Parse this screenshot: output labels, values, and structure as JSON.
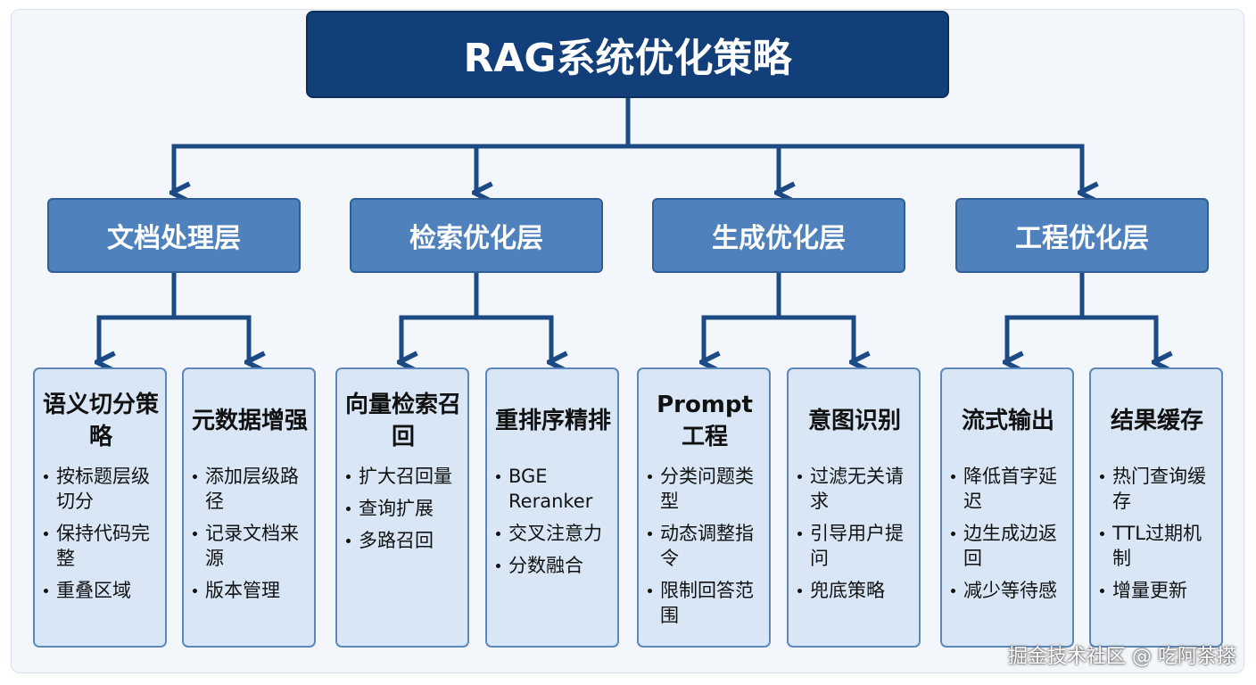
{
  "title": "RAG系统优化策略",
  "layers": [
    {
      "name": "文档处理层",
      "cards": [
        {
          "title": "语义切分策略",
          "items": [
            "按标题层级切分",
            "保持代码完整",
            "重叠区域"
          ]
        },
        {
          "title": "元数据增强",
          "items": [
            "添加层级路径",
            "记录文档来源",
            "版本管理"
          ]
        }
      ]
    },
    {
      "name": "检索优化层",
      "cards": [
        {
          "title": "向量检索召回",
          "items": [
            "扩大召回量",
            "查询扩展",
            "多路召回"
          ]
        },
        {
          "title": "重排序精排",
          "items": [
            "BGE Reranker",
            "交叉注意力",
            "分数融合"
          ]
        }
      ]
    },
    {
      "name": "生成优化层",
      "cards": [
        {
          "title": "Prompt工程",
          "items": [
            "分类问题类型",
            "动态调整指令",
            "限制回答范围"
          ]
        },
        {
          "title": "意图识别",
          "items": [
            "过滤无关请求",
            "引导用户提问",
            "兜底策略"
          ]
        }
      ]
    },
    {
      "name": "工程优化层",
      "cards": [
        {
          "title": "流式输出",
          "items": [
            "降低首字延迟",
            "边生成边返回",
            "减少等待感"
          ]
        },
        {
          "title": "结果缓存",
          "items": [
            "热门查询缓存",
            "TTL过期机制",
            "增量更新"
          ]
        }
      ]
    }
  ],
  "watermark": "掘金技术社区 @ 吃阿茶搽",
  "colors": {
    "title_bg": "#123f7a",
    "layer_bg": "#4f82bd",
    "card_bg": "#d8e6f6",
    "connector": "#1b4a85",
    "frame_bg": "#f3f6fa"
  }
}
